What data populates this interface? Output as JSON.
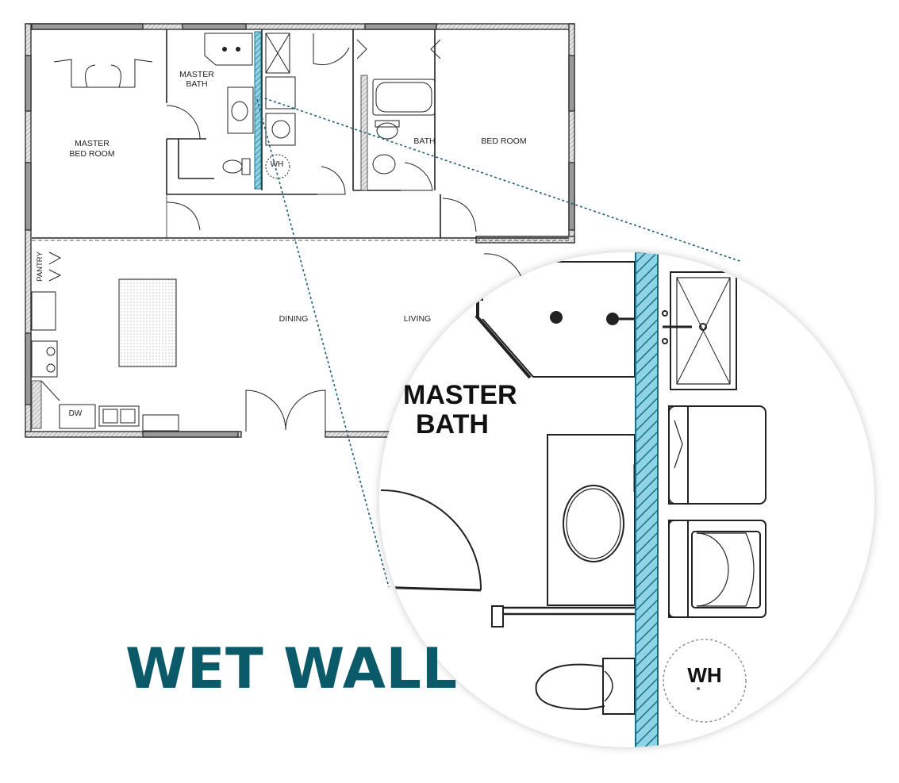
{
  "headline": "WET WALL",
  "rooms": {
    "master_bath": [
      "MASTER",
      "BATH"
    ],
    "master_bed_room": [
      "MASTER",
      "BED ROOM"
    ],
    "bath": "BATH",
    "bed_room": "BED ROOM",
    "pantry": "PANTRY",
    "dining": "DINING",
    "living": "LIVING",
    "water_heater": "WH",
    "dishwasher": "DW"
  },
  "zoom": {
    "master_bath": [
      "MASTER",
      "BATH"
    ],
    "water_heater": "WH"
  },
  "colors": {
    "headline": "#0b5a6a",
    "wet_wall": "#8fd3e6",
    "wet_wall_hatch": "#1d6f82",
    "leader": "#1f5f6e",
    "line": "#222222"
  }
}
